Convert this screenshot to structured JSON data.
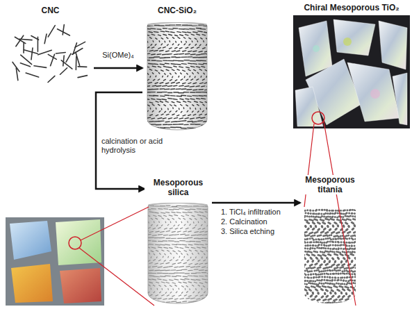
{
  "diagram": {
    "nodes": [
      {
        "text": [
          "CNC"
        ]
      },
      {
        "text": [
          "CNC-SiO₂"
        ]
      },
      {
        "text": [
          "Chiral Mesoporous TiO₂"
        ]
      },
      {
        "text": [
          "Mesoporous silica"
        ]
      },
      {
        "text": [
          "Mesoporous titania"
        ]
      }
    ],
    "edges": [
      {
        "from": 0,
        "to": 1,
        "arrow": "to",
        "label": "Si(OMe)₄"
      },
      {
        "from": 1,
        "to": 3,
        "arrow": "to",
        "label": "calcination or acid hydrolysis"
      },
      {
        "from": 3,
        "to": 4,
        "arrow": "to"
      }
    ],
    "labels": [
      "1. TiCl₄ infiltration",
      "2. Calcination",
      "3. Silica etching"
    ]
  }
}
